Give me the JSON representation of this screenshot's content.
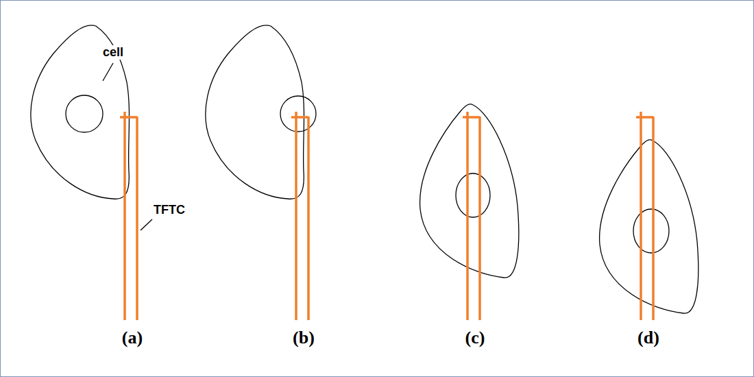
{
  "diagram": {
    "labels": [
      "cell",
      "TFTC",
      "(a)",
      "(b)",
      "(c)",
      "(d)"
    ]
  }
}
